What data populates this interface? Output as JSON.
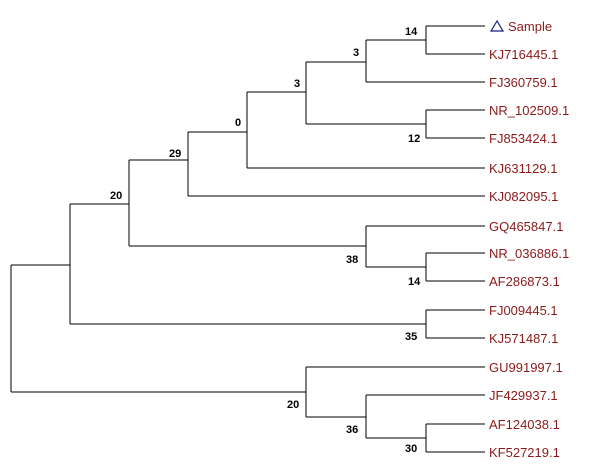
{
  "marker_color": "#1a1a8b",
  "label_color": "#8b1a1a",
  "branch_color": "#000000",
  "leaves": [
    {
      "id": "sample",
      "label": "Sample",
      "marker": "triangle-icon"
    },
    {
      "id": "kj716445",
      "label": "KJ716445.1"
    },
    {
      "id": "fj360759",
      "label": "FJ360759.1"
    },
    {
      "id": "nr102509",
      "label": "NR_102509.1"
    },
    {
      "id": "fj853424",
      "label": "FJ853424.1"
    },
    {
      "id": "kj631129",
      "label": "KJ631129.1"
    },
    {
      "id": "kj082095",
      "label": "KJ082095.1"
    },
    {
      "id": "gq465847",
      "label": "GQ465847.1"
    },
    {
      "id": "nr036886",
      "label": "NR_036886.1"
    },
    {
      "id": "af286873",
      "label": "AF286873.1"
    },
    {
      "id": "fj009445",
      "label": "FJ009445.1"
    },
    {
      "id": "kj571487",
      "label": "KJ571487.1"
    },
    {
      "id": "gu991997",
      "label": "GU991997.1"
    },
    {
      "id": "jf429937",
      "label": "JF429937.1"
    },
    {
      "id": "af124038",
      "label": "AF124038.1"
    },
    {
      "id": "kf527219",
      "label": "KF527219.1"
    }
  ],
  "support_values": {
    "n_sample_kj716445": "14",
    "n_with_fj360759": "3",
    "n_nr102509_fj853424": "12",
    "n_upper_a": "3",
    "n_upper_b": "0",
    "n_upper_c": "29",
    "n_nr036886_af286873": "14",
    "n_gq_group": "38",
    "n_top_big": "20",
    "n_fj009445_kj571487": "35",
    "n_af124038_kf527219": "30",
    "n_jf_group": "36",
    "n_bottom_clade": "20"
  }
}
